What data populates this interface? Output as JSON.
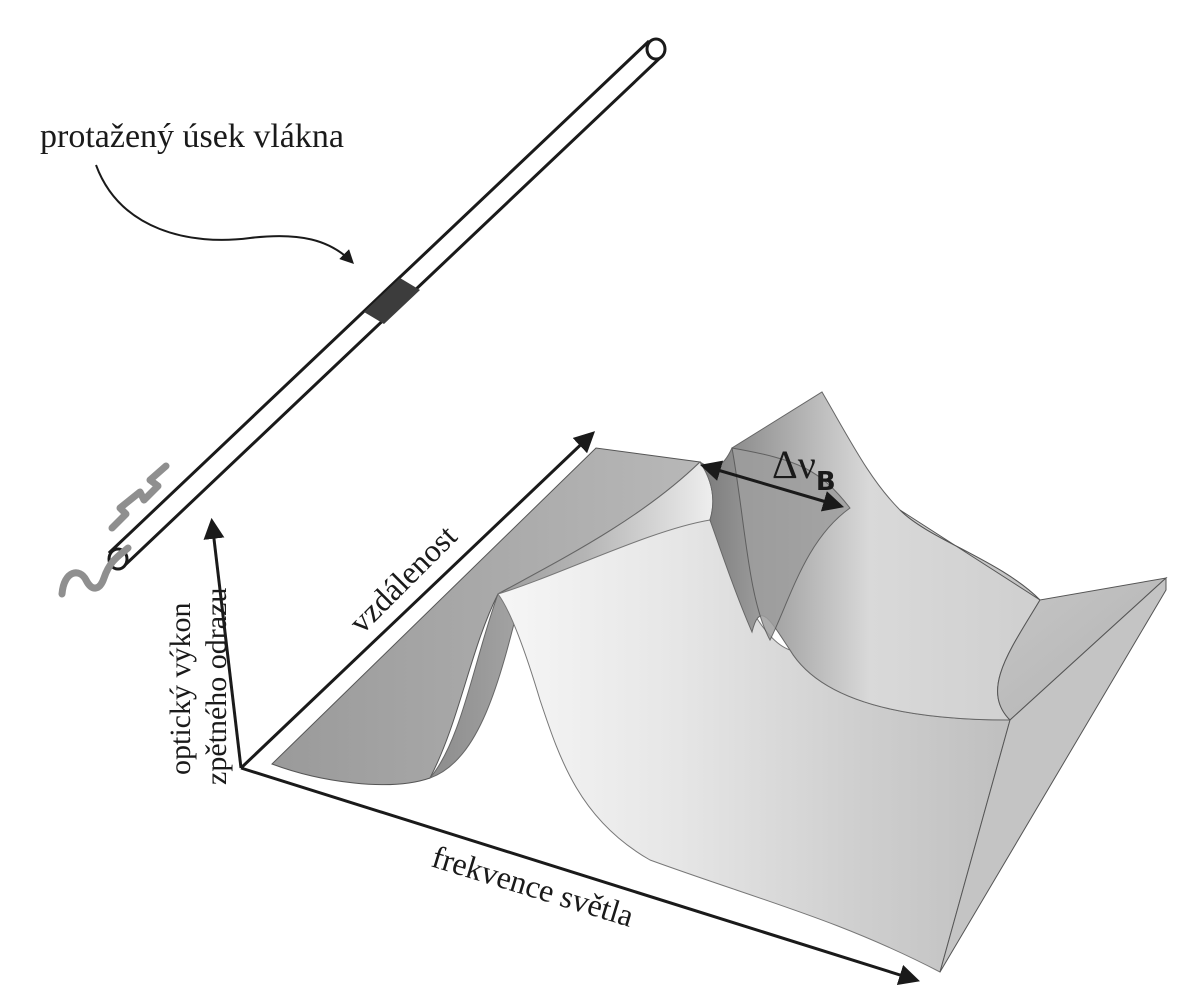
{
  "labels": {
    "fiber_section": "protažený úsek vlákna",
    "distance_axis": "vzdálenost",
    "frequency_axis": "frekvence světla",
    "power_axis_line1": "optický výkon",
    "power_axis_line2": "zpětného odrazu",
    "bandwidth_symbol": "Δν",
    "bandwidth_subscript": "B"
  },
  "colors": {
    "line": "#1a1a1a",
    "surface_light": "#f2f2f2",
    "surface_mid": "#bdbdbd",
    "surface_dark": "#8a8a8a",
    "fiber_marker": "#3c3c3c",
    "input_signal": "#8f8f8f"
  }
}
